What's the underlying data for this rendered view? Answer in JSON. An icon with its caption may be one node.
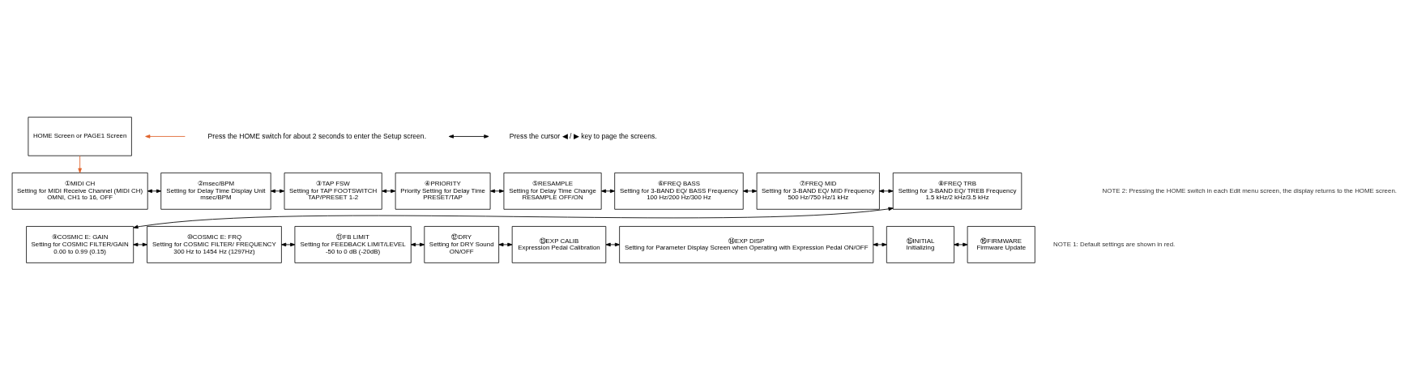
{
  "diagram": {
    "nodes": [
      {
        "text": [
          "HOME Screen or PAGE1 Screen"
        ]
      },
      {
        "text": [
          "①MIDI CH",
          "Setting for MIDI Receive Channel (MIDI CH)",
          "OMNI, CH1 to 16, OFF"
        ]
      },
      {
        "text": [
          "②msec/BPM",
          "Setting for Delay Time Display Unit",
          "msec/BPM"
        ]
      },
      {
        "text": [
          "③TAP FSW",
          "Setting for TAP FOOTSWITCH",
          "TAP/PRESET 1-2"
        ]
      },
      {
        "text": [
          "④PRIORITY",
          "Priority Setting for Delay Time",
          "PRESET/TAP"
        ]
      },
      {
        "text": [
          "⑤RESAMPLE",
          "Setting for Delay Time Change",
          "RESAMPLE OFF/ON"
        ]
      },
      {
        "text": [
          "⑥FREQ BASS",
          "Setting for 3-BAND EQ/ BASS Frequency",
          "100 Hz/200 Hz/300 Hz"
        ]
      },
      {
        "text": [
          "⑦FREQ MID",
          "Setting for 3-BAND EQ/ MID Frequency",
          "500 Hz/750 Hz/1 kHz"
        ]
      },
      {
        "text": [
          "⑧FREQ TRB",
          "Setting for 3-BAND EQ/ TREB Frequency",
          "1.5 kHz/2 kHz/3.5 kHz"
        ]
      },
      {
        "text": [
          "⑨COSMIC E: GAIN",
          "Setting for COSMIC FILTER/GAIN",
          "0.00 to 0.99 (0.15)"
        ]
      },
      {
        "text": [
          "⑩COSMIC E: FRQ",
          "Setting for COSMIC FILTER/ FREQUENCY",
          "300 Hz to 1454 Hz (1297Hz)"
        ]
      },
      {
        "text": [
          "⑪FB LIMIT",
          "Setting for FEEDBACK LIMIT/LEVEL",
          "-50 to 0 dB (-20dB)"
        ]
      },
      {
        "text": [
          "⑫DRY",
          "Setting for DRY Sound",
          "ON/OFF"
        ]
      },
      {
        "text": [
          "⑬EXP CALIB",
          "Expression Pedal Calibration"
        ]
      },
      {
        "text": [
          "⑭EXP DISP",
          "Setting for Parameter Display Screen when Operating with Expression Pedal ON/OFF"
        ]
      },
      {
        "text": [
          "⑮INITIAL",
          "Initializing"
        ]
      },
      {
        "text": [
          "⑯FIRMWARE",
          "Firmware Update"
        ]
      }
    ],
    "edges": [
      {
        "from": 0,
        "to": 1,
        "arrow": "to",
        "color": "#e0622a"
      },
      {
        "from": 1,
        "to": 2,
        "arrow": "both"
      },
      {
        "from": 2,
        "to": 3,
        "arrow": "both"
      },
      {
        "from": 3,
        "to": 4,
        "arrow": "both"
      },
      {
        "from": 4,
        "to": 5,
        "arrow": "both"
      },
      {
        "from": 5,
        "to": 6,
        "arrow": "both"
      },
      {
        "from": 6,
        "to": 7,
        "arrow": "both"
      },
      {
        "from": 7,
        "to": 8,
        "arrow": "both"
      },
      {
        "from": 8,
        "to": 9,
        "arrow": "both"
      },
      {
        "from": 9,
        "to": 10,
        "arrow": "both"
      },
      {
        "from": 10,
        "to": 11,
        "arrow": "both"
      },
      {
        "from": 11,
        "to": 12,
        "arrow": "both"
      },
      {
        "from": 12,
        "to": 13,
        "arrow": "both"
      },
      {
        "from": 13,
        "to": 14,
        "arrow": "both"
      },
      {
        "from": 14,
        "to": 15,
        "arrow": "both"
      },
      {
        "from": 15,
        "to": 16,
        "arrow": "both"
      }
    ],
    "labels": [
      "NOTE 1: Default settings are shown in red.",
      "NOTE 2: Pressing the HOME switch in each Edit menu screen, the display returns to the HOME screen."
    ],
    "legend": [
      {
        "text": "Press the HOME switch for about 2 seconds to enter the Setup screen."
      },
      {
        "text": "Press the cursor ◀ / ▶ key to page the screens."
      }
    ]
  }
}
